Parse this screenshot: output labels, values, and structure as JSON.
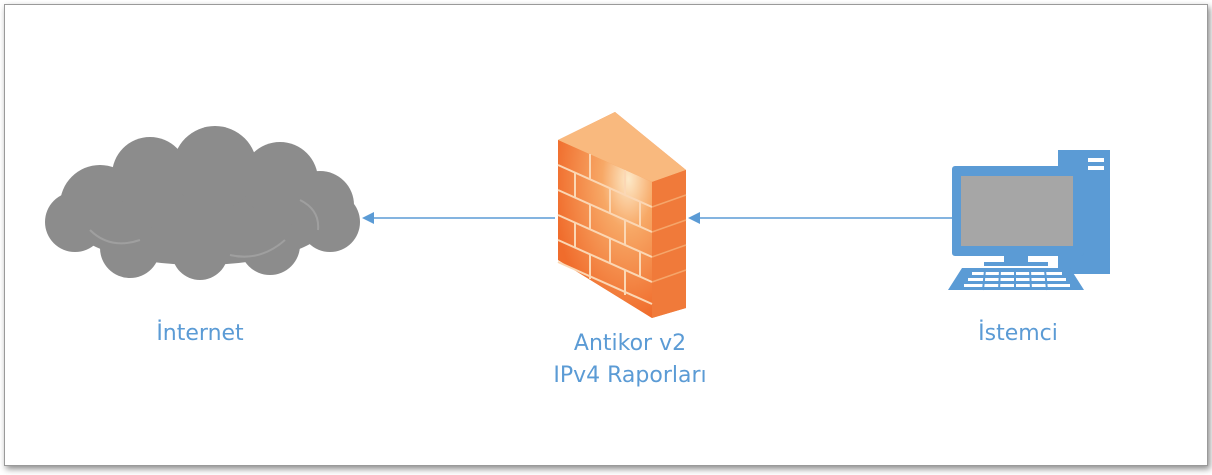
{
  "nodes": {
    "internet": {
      "label": "İnternet",
      "icon": "cloud-icon"
    },
    "firewall": {
      "label_line1": "Antikor v2",
      "label_line2": "IPv4 Raporları",
      "icon": "firewall-icon"
    },
    "client": {
      "label": "İstemci",
      "icon": "desktop-computer-icon"
    }
  },
  "edges": [
    {
      "from": "client",
      "to": "firewall"
    },
    {
      "from": "firewall",
      "to": "internet"
    }
  ],
  "colors": {
    "label": "#5b9bd5",
    "arrow": "#5b9bd5",
    "cloud": "#8c8c8c",
    "firewall": "#f07a3a",
    "computer": "#5b9bd5"
  }
}
